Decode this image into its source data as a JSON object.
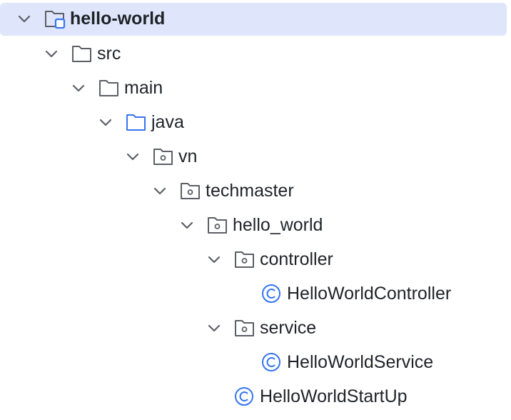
{
  "tree": {
    "nodes": [
      {
        "label": "hello-world",
        "type": "module",
        "expanded": true,
        "depth": 0,
        "selected": true
      },
      {
        "label": "src",
        "type": "folder",
        "expanded": true,
        "depth": 1
      },
      {
        "label": "main",
        "type": "folder",
        "expanded": true,
        "depth": 2
      },
      {
        "label": "java",
        "type": "source-folder",
        "expanded": true,
        "depth": 3
      },
      {
        "label": "vn",
        "type": "package",
        "expanded": true,
        "depth": 4
      },
      {
        "label": "techmaster",
        "type": "package",
        "expanded": true,
        "depth": 5
      },
      {
        "label": "hello_world",
        "type": "package",
        "expanded": true,
        "depth": 6
      },
      {
        "label": "controller",
        "type": "package",
        "expanded": true,
        "depth": 7
      },
      {
        "label": "HelloWorldController",
        "type": "class",
        "depth": 8
      },
      {
        "label": "service",
        "type": "package",
        "expanded": true,
        "depth": 7
      },
      {
        "label": "HelloWorldService",
        "type": "class",
        "depth": 8
      },
      {
        "label": "HelloWorldStartUp",
        "type": "class",
        "depth": 7
      }
    ]
  },
  "colors": {
    "selection": "#dfe6fb",
    "folder_outline": "#5c5f66",
    "source_folder_outline": "#3574f0",
    "class_icon": "#3574f0",
    "text": "#1f2328",
    "chevron": "#5c5f66"
  },
  "icons": {
    "module": "module-folder-icon",
    "folder": "folder-icon",
    "source-folder": "source-folder-icon",
    "package": "package-icon",
    "class": "class-icon",
    "chevron": "chevron-down-icon"
  }
}
